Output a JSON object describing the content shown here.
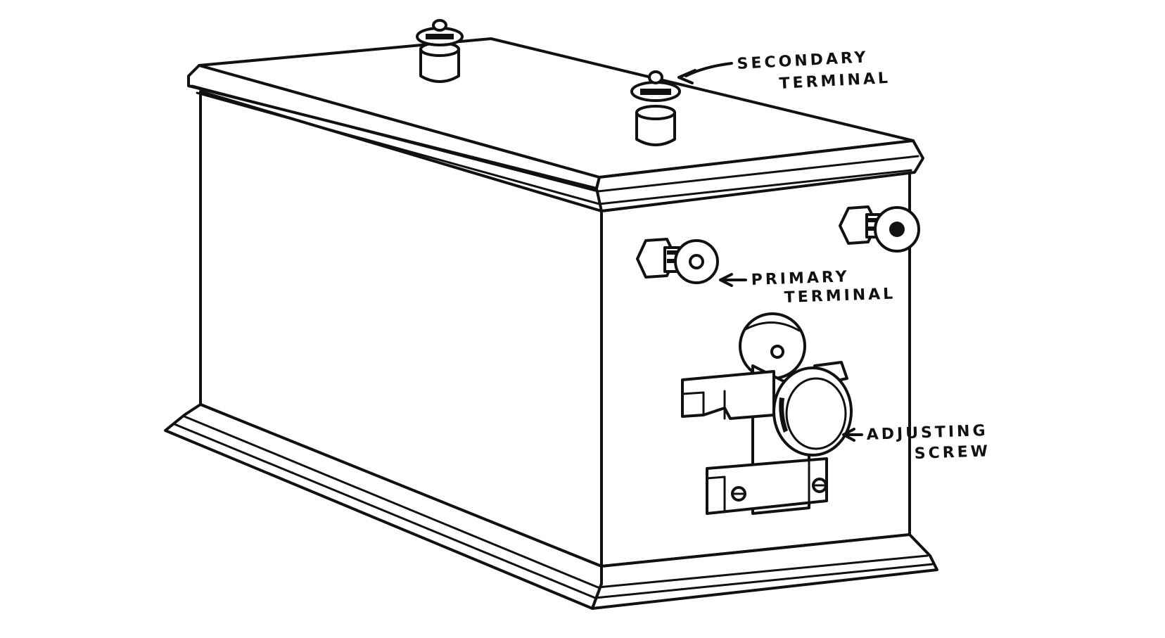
{
  "labels": {
    "secondary_line1": "SECONDARY",
    "secondary_line2": "TERMINAL",
    "primary_line1": "PRIMARY",
    "primary_line2": "TERMINAL",
    "adjusting_line1": "ADJUSTING",
    "adjusting_line2": "SCREW"
  },
  "colors": {
    "ink": "#111111",
    "paper": "#ffffff"
  }
}
